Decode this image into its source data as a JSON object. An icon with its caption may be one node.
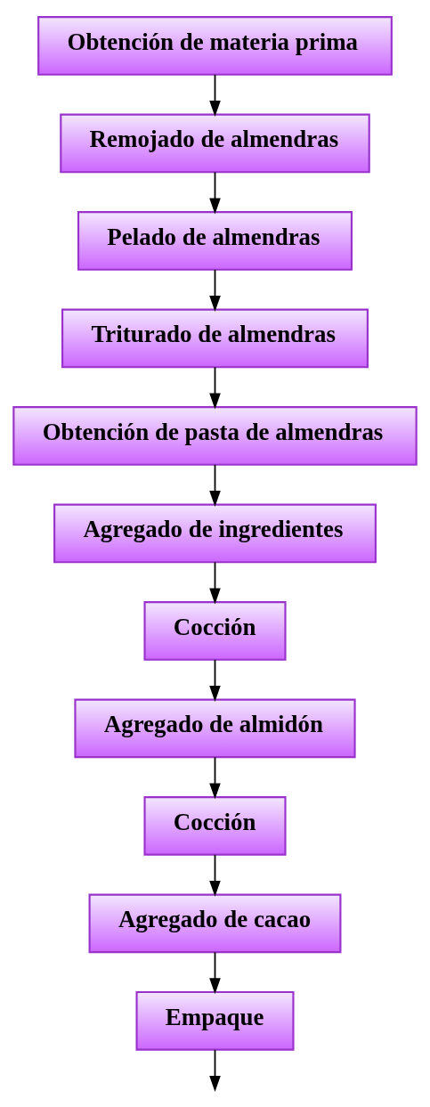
{
  "diagram": {
    "nodes": [
      {
        "text": [
          "Obtención de materia prima"
        ]
      },
      {
        "text": [
          "Remojado de almendras"
        ]
      },
      {
        "text": [
          "Pelado de almendras"
        ]
      },
      {
        "text": [
          "Triturado de almendras"
        ]
      },
      {
        "text": [
          "Obtención de pasta de almendras"
        ]
      },
      {
        "text": [
          "Agregado de ingredientes"
        ]
      },
      {
        "text": [
          "Cocción"
        ]
      },
      {
        "text": [
          "Agregado de almidón"
        ]
      },
      {
        "text": [
          "Cocción"
        ]
      },
      {
        "text": [
          "Agregado de cacao"
        ]
      },
      {
        "text": [
          "Empaque"
        ]
      }
    ],
    "edges": [
      {
        "from": 0,
        "to": 1,
        "arrow": "to"
      },
      {
        "from": 1,
        "to": 2,
        "arrow": "to"
      },
      {
        "from": 2,
        "to": 3,
        "arrow": "to"
      },
      {
        "from": 3,
        "to": 4,
        "arrow": "to"
      },
      {
        "from": 4,
        "to": 5,
        "arrow": "to"
      },
      {
        "from": 5,
        "to": 6,
        "arrow": "to"
      },
      {
        "from": 6,
        "to": 7,
        "arrow": "to"
      },
      {
        "from": 7,
        "to": 8,
        "arrow": "to"
      },
      {
        "from": 8,
        "to": 9,
        "arrow": "to"
      },
      {
        "from": 9,
        "to": 10,
        "arrow": "to"
      },
      {
        "from": 10,
        "to": null,
        "arrow": "to"
      }
    ]
  }
}
